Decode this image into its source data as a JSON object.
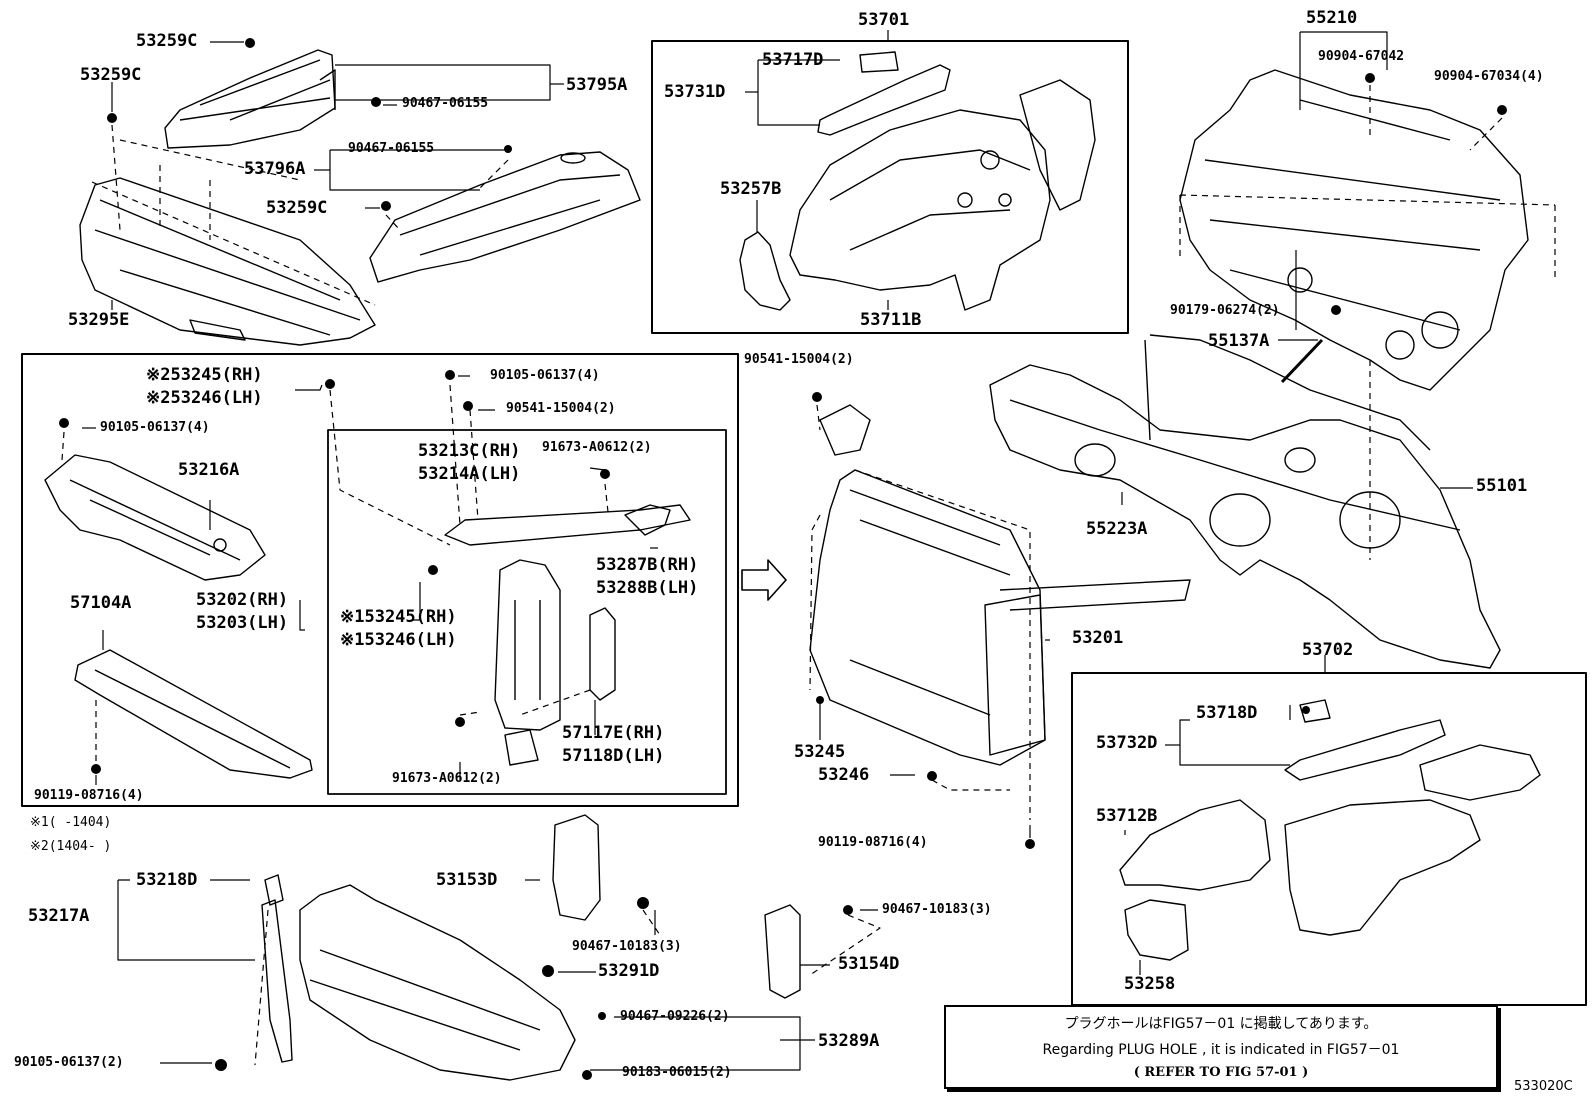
{
  "labels": {
    "p53259C_a": "53259C",
    "p53259C_b": "53259C",
    "p53259C_c": "53259C",
    "p53795A": "53795A",
    "p90467_06155_a": "90467-06155",
    "p90467_06155_b": "90467-06155",
    "p53796A": "53796A",
    "p53295E": "53295E",
    "p53701": "53701",
    "p53717D": "53717D",
    "p53731D": "53731D",
    "p53257B": "53257B",
    "p53711B": "53711B",
    "p55210": "55210",
    "p90904_67042": "90904-67042",
    "p90904_67034": "90904-67034(4)",
    "p90179_06274": "90179-06274(2)",
    "p55137A": "55137A",
    "p55101": "55101",
    "p55223A": "55223A",
    "p90541_15004_right": "90541-15004(2)",
    "p53201": "53201",
    "p53245_right": "53245",
    "p53246_right": "53246",
    "p90119_08716_right": "90119-08716(4)",
    "p53245_rh2": "※253245(RH)",
    "p53246_lh2": "※253246(LH)",
    "p90105_06137_4a": "90105-06137(4)",
    "p90105_06137_4b": "90105-06137(4)",
    "p90541_15004_mid": "90541-15004(2)",
    "p53216A": "53216A",
    "p53213C": "53213C(RH)",
    "p53214A": "53214A(LH)",
    "p91673_a": "91673-A0612(2)",
    "p91673_b": "91673-A0612(2)",
    "p53287B": "53287B(RH)",
    "p53288B": "53288B(LH)",
    "p53202": "53202(RH)",
    "p53203": "53203(LH)",
    "p53245_rh1": "※153245(RH)",
    "p53246_lh1": "※153246(LH)",
    "p57104A": "57104A",
    "p57117E": "57117E(RH)",
    "p57118D": "57118D(LH)",
    "p90119_08716_left": "90119-08716(4)",
    "note1": "※1(     -1404)",
    "note2": "※2(1404-     )",
    "p53218D": "53218D",
    "p53217A": "53217A",
    "p90105_06137_2": "90105-06137(2)",
    "p53153D": "53153D",
    "p90467_10183_a": "90467-10183(3)",
    "p53291D": "53291D",
    "p90467_09226": "90467-09226(2)",
    "p53289A": "53289A",
    "p90183_06015": "90183-06015(2)",
    "p90467_10183_b": "90467-10183(3)",
    "p53154D": "53154D",
    "p53702": "53702",
    "p53718D": "53718D",
    "p53732D": "53732D",
    "p53712B": "53712B",
    "p53258": "53258",
    "fig_code": "533020C"
  },
  "notice": {
    "line1": "プラグホールはFIG57－01 に掲載してあります。",
    "line2": "Regarding  PLUG HOLE , it is indicated in FIG57－01",
    "line3": "(  REFER TO FIG 57-01 )"
  }
}
